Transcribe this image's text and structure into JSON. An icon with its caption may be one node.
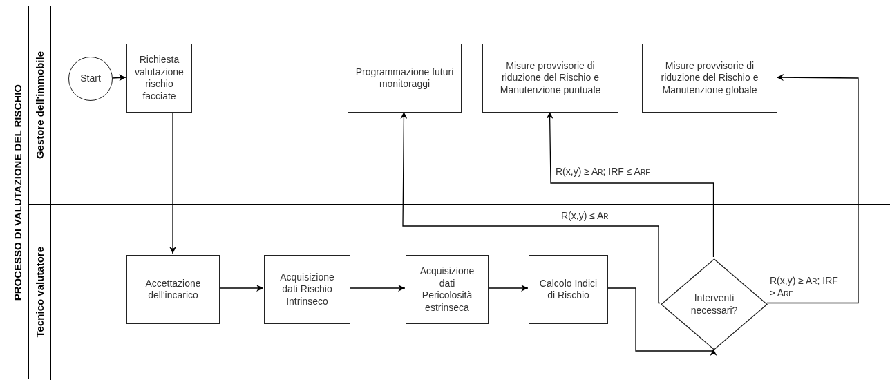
{
  "diagram": {
    "nodes": [
      {
        "text": [
          "PROCESSO DI VALUTAZIONE DEL RISCHIO"
        ]
      },
      {
        "text": [
          "Gestore dell'immobile"
        ],
        "in": 0
      },
      {
        "text": [
          "Tecnico valutatore"
        ],
        "in": 0
      },
      {
        "text": [
          "Start"
        ],
        "in": 1
      },
      {
        "text": [
          "Richiesta valutazione rischio facciate"
        ],
        "in": 1
      },
      {
        "text": [
          "Programmazione futuri monitoraggi"
        ],
        "in": 1
      },
      {
        "text": [
          "Misure provvisorie di riduzione del Rischio e Manutenzione puntuale"
        ],
        "in": 1
      },
      {
        "text": [
          "Misure provvisorie di riduzione del Rischio e Manutenzione globale"
        ],
        "in": 1
      },
      {
        "text": [
          "Accettazione dell'incarico"
        ],
        "in": 2
      },
      {
        "text": [
          "Acquisizione dati Rischio Intrinseco"
        ],
        "in": 2
      },
      {
        "text": [
          "Acquisizione dati Pericolosità estrinseca"
        ],
        "in": 2
      },
      {
        "text": [
          "Calcolo Indici di Rischio"
        ],
        "in": 2
      },
      {
        "text": [
          "Interventi necessari?"
        ],
        "in": 2
      }
    ],
    "edges": [
      {
        "from": 3,
        "to": 4,
        "arrow": "to"
      },
      {
        "from": 4,
        "to": 8,
        "arrow": "to"
      },
      {
        "from": 8,
        "to": 9,
        "arrow": "to"
      },
      {
        "from": 9,
        "to": 10,
        "arrow": "to"
      },
      {
        "from": 10,
        "to": 11,
        "arrow": "to"
      },
      {
        "from": 11,
        "to": 12,
        "arrow": "to"
      },
      {
        "from": 12,
        "to": 5,
        "arrow": "to",
        "label": "R(x,y) ≤ A$_{R}$"
      },
      {
        "from": 12,
        "to": 6,
        "arrow": "to",
        "label": "R(x,y) ≥ A$_{R}$; IRF ≤ A$_{RF}$"
      },
      {
        "from": 12,
        "to": 7,
        "arrow": "to",
        "label": "R(x,y) ≥ A$_{R}$; IRF ≥ A$_{RF}$"
      }
    ]
  }
}
